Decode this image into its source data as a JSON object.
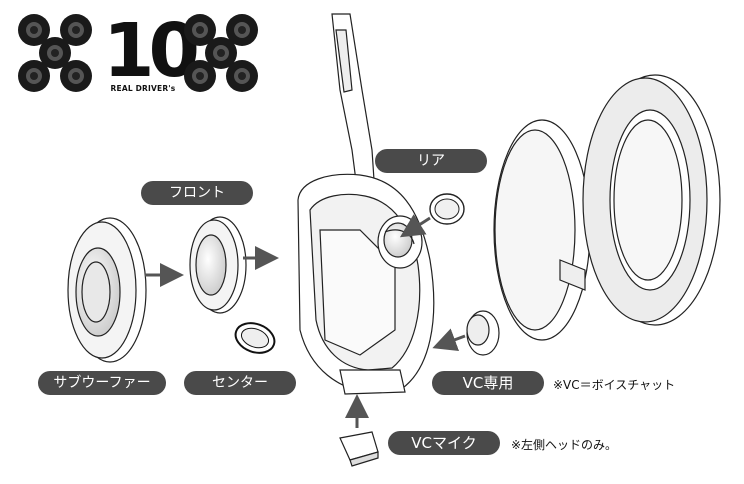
{
  "logo": {
    "number": "10",
    "subtitle": "REAL DRIVER's"
  },
  "labels": {
    "front": "フロント",
    "rear": "リア",
    "subwoofer": "サブウーファー",
    "center": "センター",
    "vc_only": "VC専用",
    "vc_mic": "VCマイク"
  },
  "notes": {
    "vc_definition": "※VC＝ボイスチャット",
    "left_head_only": "※左側ヘッドのみ。"
  },
  "colors": {
    "label_bg": "#4a4a4a",
    "label_text": "#ffffff",
    "line": "#222222",
    "arrow": "#555555"
  }
}
